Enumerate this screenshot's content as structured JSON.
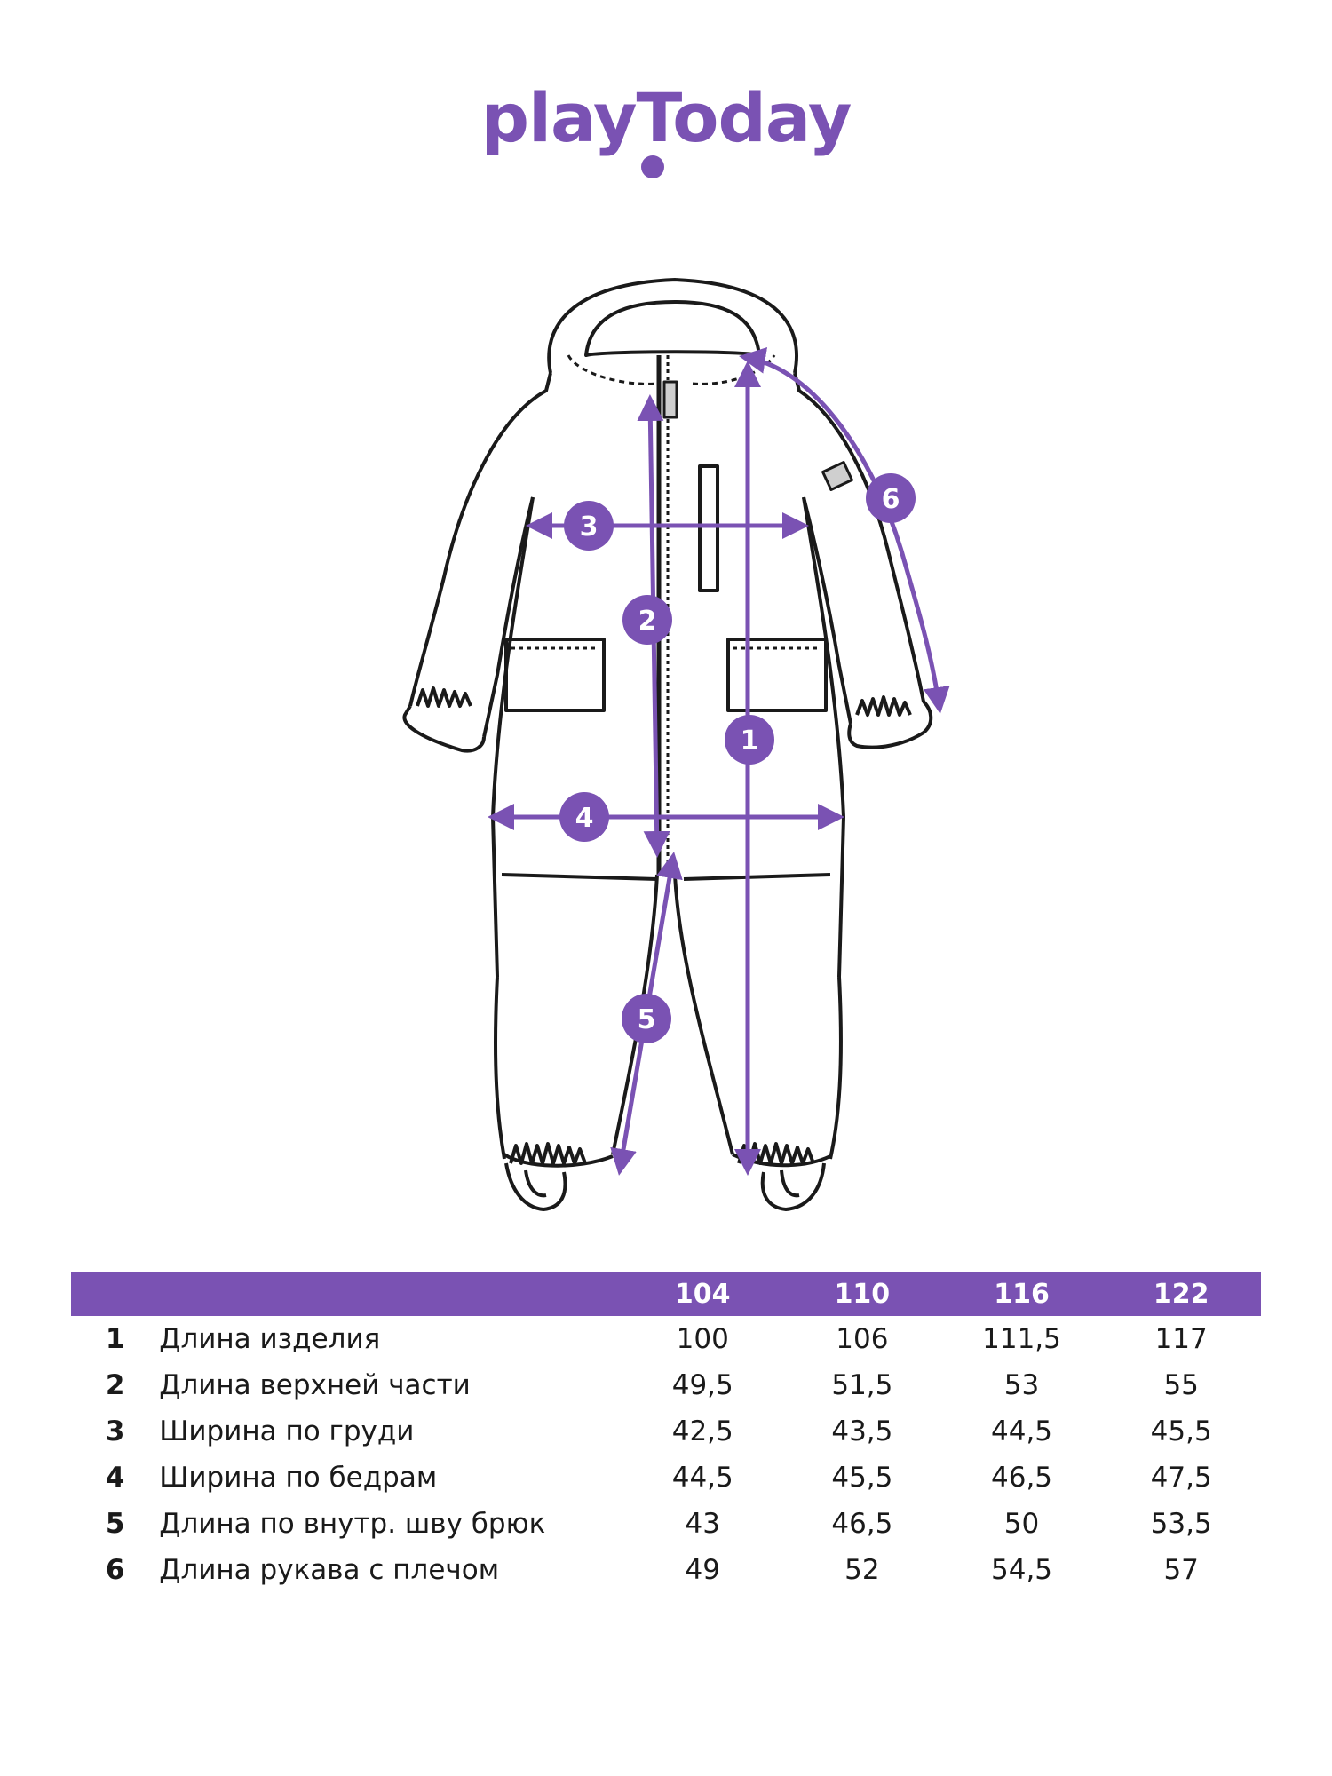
{
  "brand": {
    "logo_text": "playToday",
    "color": "#7a52b3"
  },
  "diagram": {
    "markers": [
      "1",
      "2",
      "3",
      "4",
      "5",
      "6"
    ],
    "line_color": "#7a52b3",
    "outline_color": "#1a1a1a"
  },
  "size_table": {
    "sizes": [
      "104",
      "110",
      "116",
      "122"
    ],
    "rows": [
      {
        "num": "1",
        "label": "Длина изделия",
        "values": [
          "100",
          "106",
          "111,5",
          "117"
        ]
      },
      {
        "num": "2",
        "label": "Длина верхней части",
        "values": [
          "49,5",
          "51,5",
          "53",
          "55"
        ]
      },
      {
        "num": "3",
        "label": "Ширина по груди",
        "values": [
          "42,5",
          "43,5",
          "44,5",
          "45,5"
        ]
      },
      {
        "num": "4",
        "label": "Ширина по бедрам",
        "values": [
          "44,5",
          "45,5",
          "46,5",
          "47,5"
        ]
      },
      {
        "num": "5",
        "label": "Длина по внутр. шву брюк",
        "values": [
          "43",
          "46,5",
          "50",
          "53,5"
        ]
      },
      {
        "num": "6",
        "label": "Длина рукава с плечом",
        "values": [
          "49",
          "52",
          "54,5",
          "57"
        ]
      }
    ]
  }
}
